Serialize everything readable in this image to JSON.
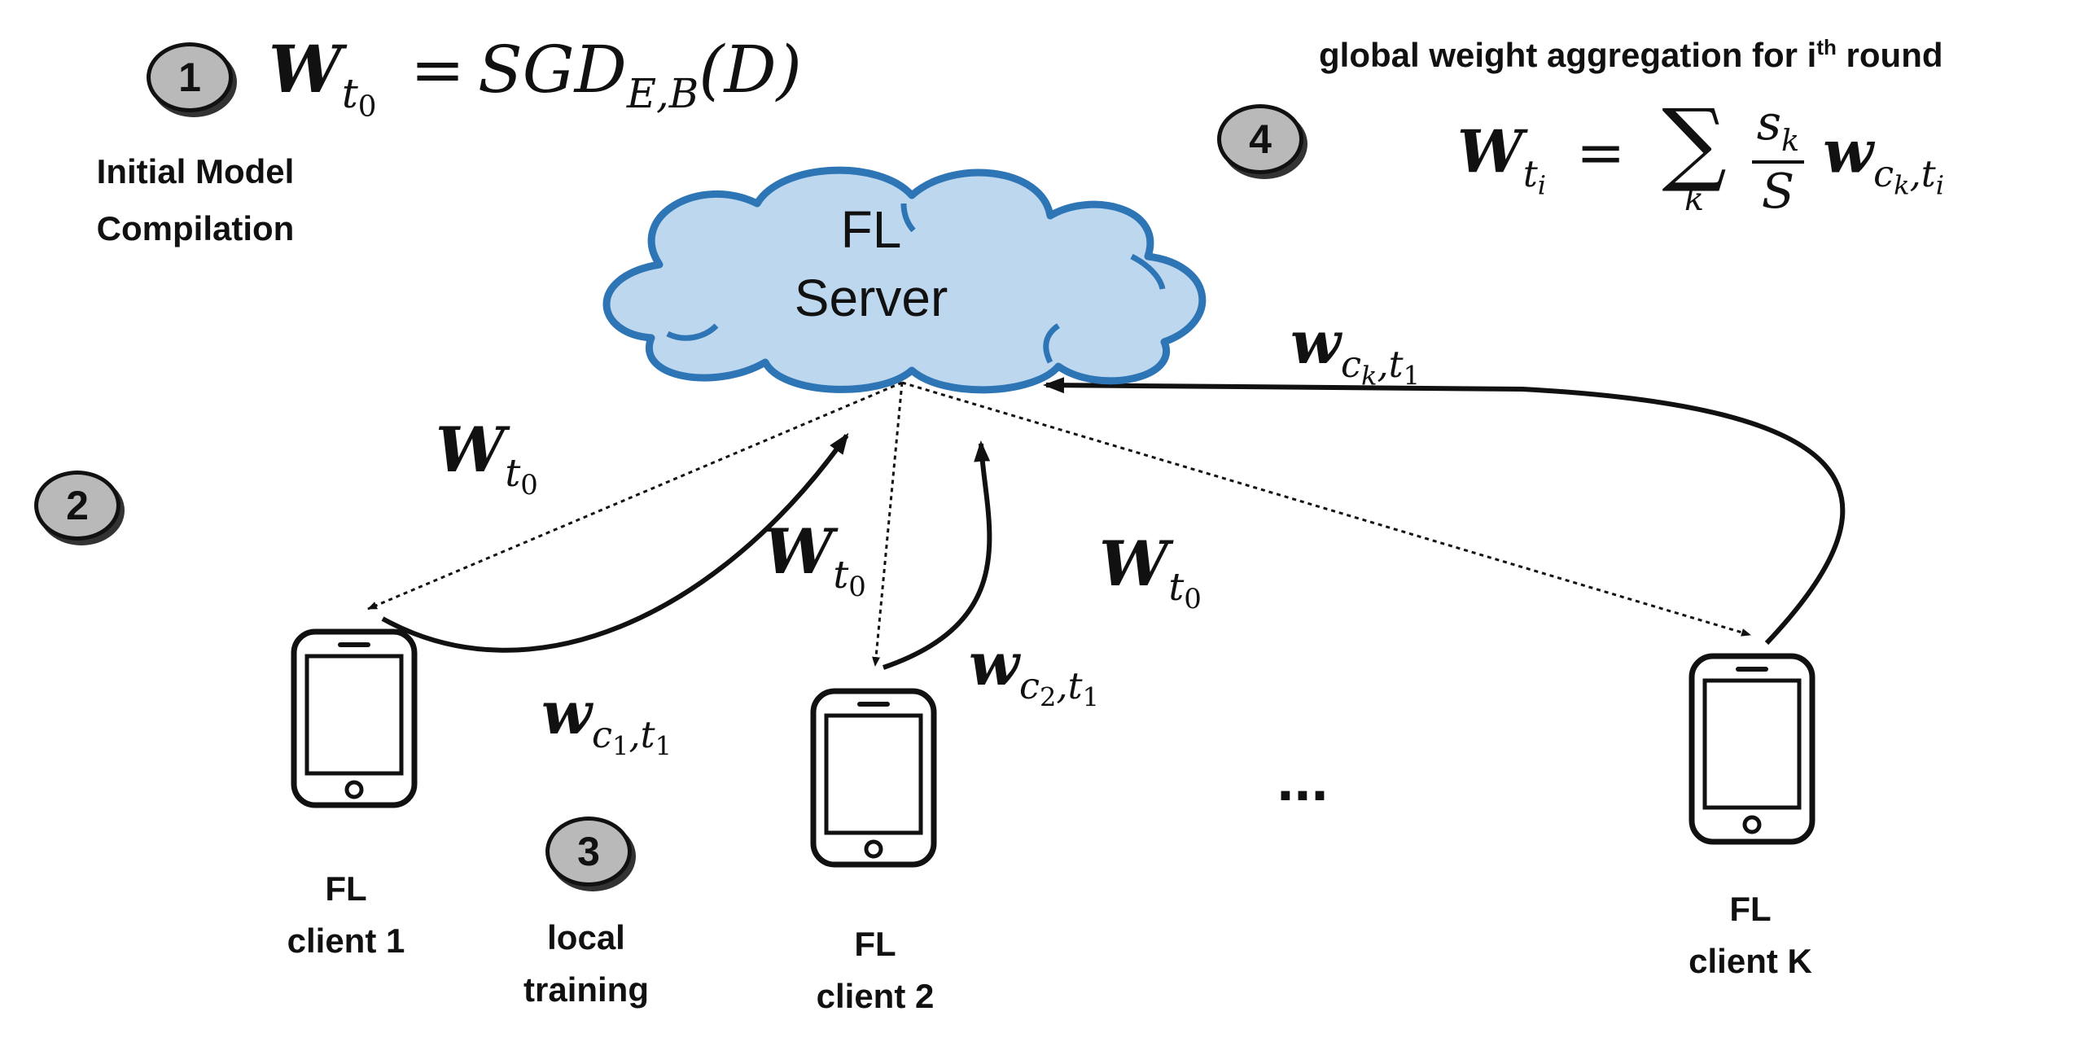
{
  "steps": {
    "step1": "1",
    "step2": "2",
    "step3": "3",
    "step4": "4"
  },
  "initial": {
    "label_line1": "Initial Model",
    "label_line2": "Compilation"
  },
  "aggregation": {
    "title_prefix": "global weight aggregation for i",
    "title_sup": "th",
    "title_suffix": " round"
  },
  "server": {
    "line1": "FL",
    "line2": "Server"
  },
  "clients": [
    {
      "line1": "FL",
      "line2": "client 1"
    },
    {
      "line1": "FL",
      "line2": "client 2"
    },
    {
      "line1": "FL",
      "line2": "client K"
    }
  ],
  "local_training": {
    "line1": "local",
    "line2": "training"
  },
  "ellipsis": "...",
  "math": {
    "W": "W",
    "w": "w",
    "t0": "t",
    "zero": "0",
    "sgd": "SGD",
    "sgd_sub": "E,B",
    "sgd_arg": "(D)",
    "ti_i": "i",
    "sum_lim": "k",
    "sk": "s",
    "k": "k",
    "S": "S",
    "c1": "c",
    "one": "1",
    "two": "2",
    "equals": "="
  },
  "colors": {
    "cloud_fill": "#bdd7ee",
    "cloud_stroke": "#2e75b6",
    "badge_fill": "#b9b9b9",
    "ink": "#111111"
  }
}
